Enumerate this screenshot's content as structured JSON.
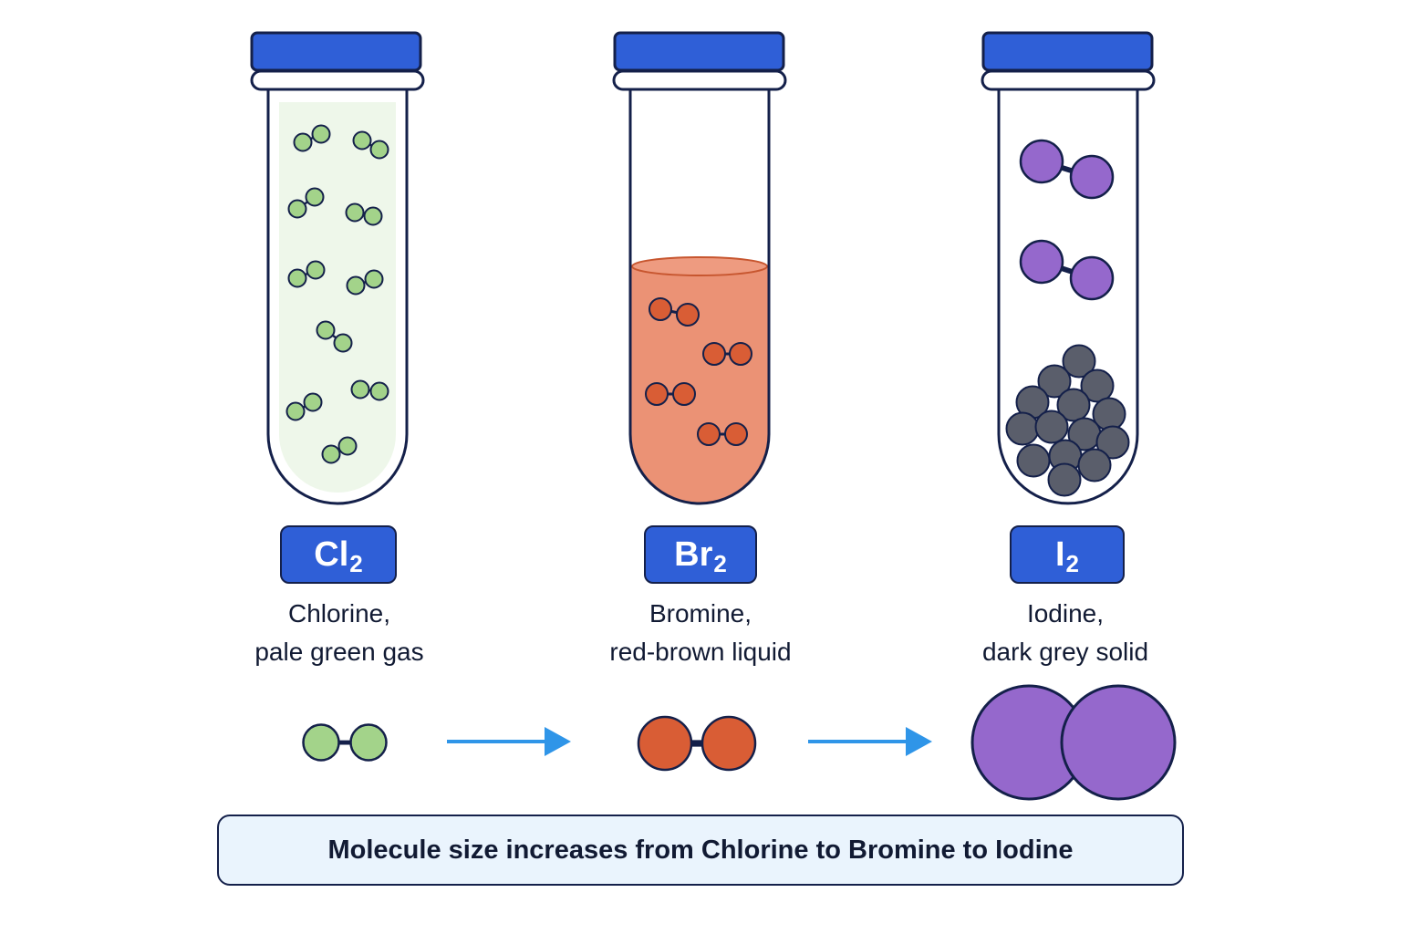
{
  "halogens": [
    {
      "id": "chlorine",
      "formula_symbol": "Cl",
      "formula_subscript": "2",
      "name": "Chlorine,",
      "description": "pale green gas",
      "state": "gas",
      "molecule_color": "#a3d38a",
      "contents_color": "#eef7ea"
    },
    {
      "id": "bromine",
      "formula_symbol": "Br",
      "formula_subscript": "2",
      "name": "Bromine,",
      "description": "red-brown liquid",
      "state": "liquid",
      "molecule_color": "#d95d35",
      "contents_color": "#eb9275"
    },
    {
      "id": "iodine",
      "formula_symbol": "I",
      "formula_subscript": "2",
      "name": "Iodine,",
      "description": "dark grey solid",
      "state": "solid",
      "molecule_color": "#9568cc",
      "solid_color": "#5a5e6b"
    }
  ],
  "colors": {
    "cap": "#2f5fd7",
    "outline": "#14204a",
    "arrow": "#2f95e8",
    "summary_bg": "#eaf4fd"
  },
  "summary": "Molecule size increases from Chlorine to Bromine to Iodine"
}
